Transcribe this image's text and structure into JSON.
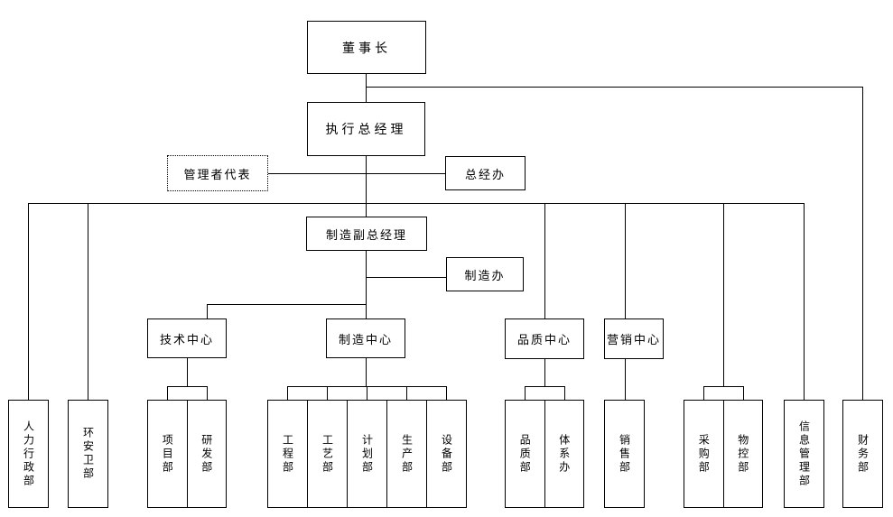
{
  "diagram": {
    "type": "organization-chart",
    "background_color": "#ffffff",
    "line_color": "#000000",
    "nodes": {
      "chairman": "董事长",
      "exec_gm": "执行总经理",
      "mgmt_rep": "管理者代表",
      "gm_office": "总经办",
      "mfg_deputy_gm": "制造副总经理",
      "mfg_office": "制造办",
      "tech_center": "技术中心",
      "mfg_center": "制造中心",
      "quality_center": "品质中心",
      "marketing_center": "营销中心",
      "hr_admin": "人力行政部",
      "ehs": "环安卫部",
      "project": "项目部",
      "rnd": "研发部",
      "engineering": "工程部",
      "process": "工艺部",
      "planning": "计划部",
      "production": "生产部",
      "equipment": "设备部",
      "quality_dept": "品质部",
      "system_office": "体系办",
      "sales": "销售部",
      "purchasing": "采购部",
      "material_control": "物控部",
      "info_mgmt": "信息管理部",
      "finance": "财务部"
    },
    "edges": [
      {
        "parent": "chairman",
        "children": [
          "exec_gm",
          "finance"
        ]
      },
      {
        "parent": "exec_gm",
        "children": [
          "mgmt_rep",
          "gm_office",
          "mfg_deputy_gm",
          "hr_admin",
          "ehs",
          "quality_center",
          "marketing_center",
          "purchasing",
          "material_control",
          "info_mgmt"
        ]
      },
      {
        "parent": "mfg_deputy_gm",
        "children": [
          "mfg_office",
          "tech_center",
          "mfg_center"
        ]
      },
      {
        "parent": "tech_center",
        "children": [
          "project",
          "rnd"
        ]
      },
      {
        "parent": "mfg_center",
        "children": [
          "engineering",
          "process",
          "planning",
          "production",
          "equipment"
        ]
      },
      {
        "parent": "quality_center",
        "children": [
          "quality_dept",
          "system_office"
        ]
      },
      {
        "parent": "marketing_center",
        "children": [
          "sales"
        ]
      }
    ]
  }
}
